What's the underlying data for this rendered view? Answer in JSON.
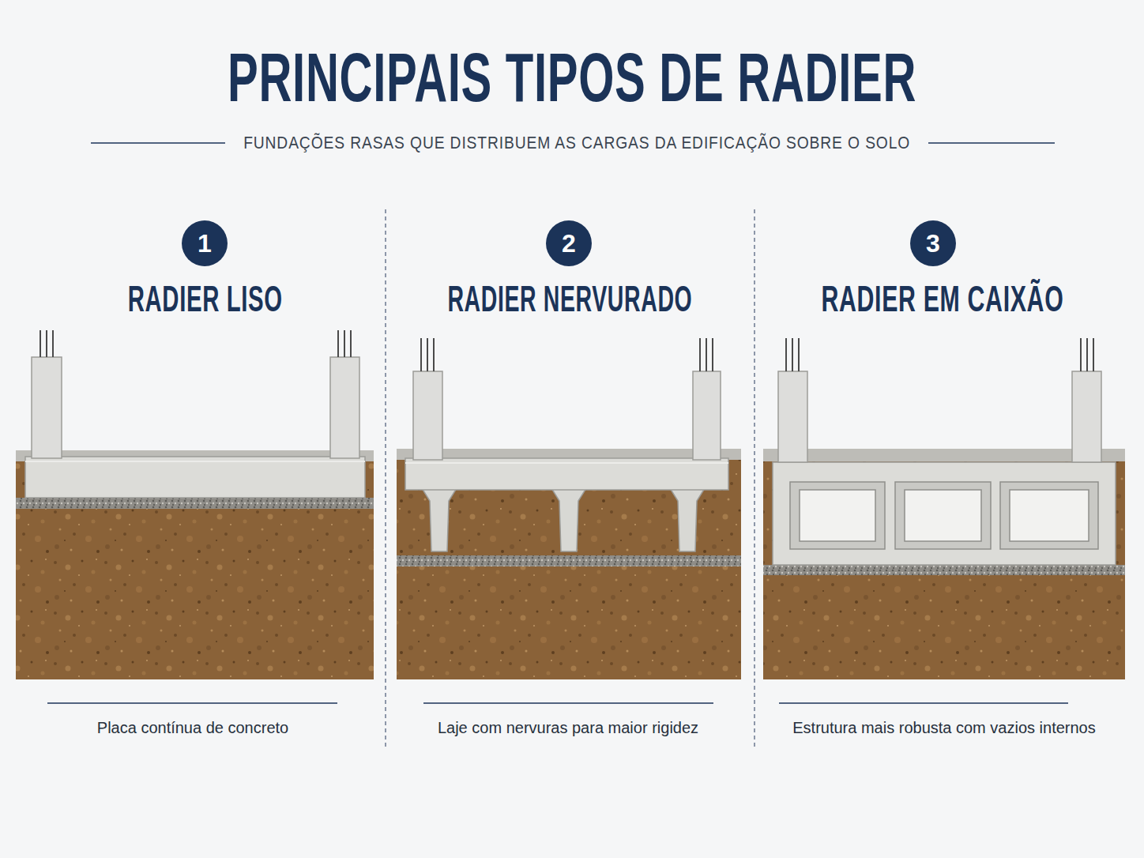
{
  "diagram": {
    "title": "PRINCIPAIS TIPOS DE RADIER",
    "nodes": [
      {
        "text": [
          "1"
        ]
      },
      {
        "text": [
          "2"
        ]
      },
      {
        "text": [
          "3"
        ]
      }
    ],
    "labels": [
      "FUNDAÇÕES RASAS QUE DISTRIBUEM AS CARGAS DA EDIFICAÇÃO SOBRE O SOLO",
      "RADIER LISO",
      "Placa contínua de concreto",
      "RADIER NERVURADO",
      "Laje com nervuras para maior rigidez",
      "RADIER EM CAIXÃO",
      "Estrutura mais robusta com vazios internos"
    ]
  }
}
